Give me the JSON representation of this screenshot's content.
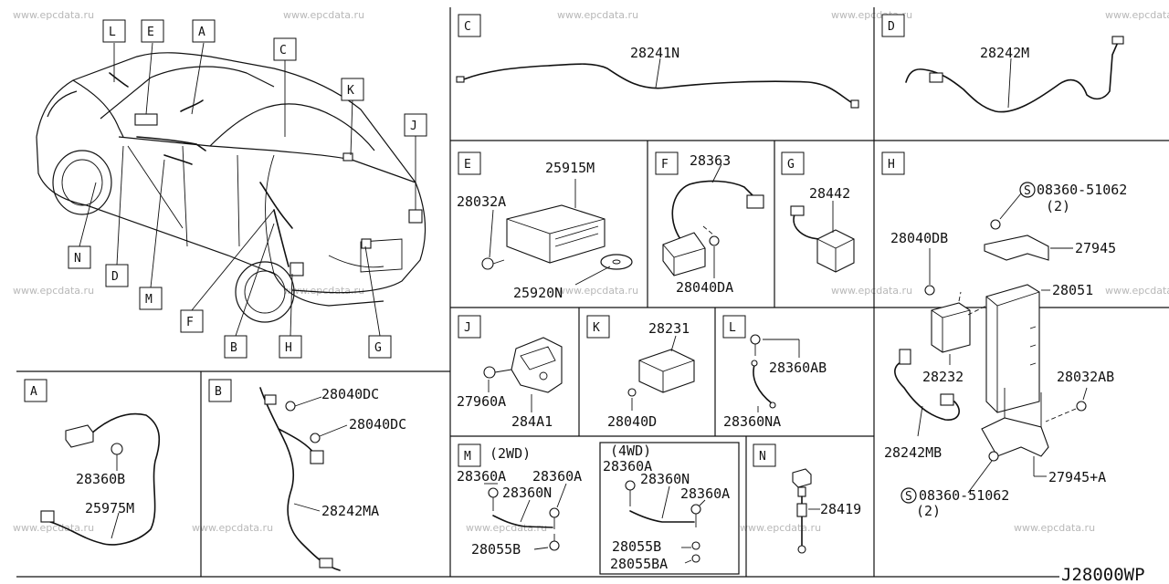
{
  "watermark": "www.epcdata.ru",
  "diagram_code": "J28000WP",
  "overview_tags": {
    "L": "L",
    "E": "E",
    "A": "A",
    "C": "C",
    "K": "K",
    "J": "J",
    "N": "N",
    "D": "D",
    "M": "M",
    "F": "F",
    "B": "B",
    "H": "H",
    "G": "G"
  },
  "panels": {
    "A": {
      "tag": "A",
      "parts": {
        "p1": "28360B",
        "p2": "25975M"
      }
    },
    "B": {
      "tag": "B",
      "parts": {
        "p1": "28040DC",
        "p2": "28040DC",
        "p3": "28242MA"
      }
    },
    "C": {
      "tag": "C",
      "parts": {
        "p1": "28241N"
      }
    },
    "D": {
      "tag": "D",
      "parts": {
        "p1": "28242M"
      }
    },
    "E": {
      "tag": "E",
      "parts": {
        "p1": "25915M",
        "p2": "28032A",
        "p3": "25920N"
      }
    },
    "F": {
      "tag": "F",
      "parts": {
        "p1": "28363",
        "p2": "28040DA"
      }
    },
    "G": {
      "tag": "G",
      "parts": {
        "p1": "28442"
      }
    },
    "H": {
      "tag": "H",
      "parts": {
        "s1": "S",
        "p1": "08360-51062",
        "q1": "(2)",
        "p2": "28040DB",
        "p3": "27945",
        "p4": "28051",
        "p5": "28232",
        "p6": "28032AB",
        "p7": "28242MB",
        "p8": "27945+A",
        "s2": "S",
        "p9": "08360-51062",
        "q2": "(2)"
      }
    },
    "J": {
      "tag": "J",
      "parts": {
        "p1": "27960A",
        "p2": "284A1"
      }
    },
    "K": {
      "tag": "K",
      "parts": {
        "p1": "28231",
        "p2": "28040D"
      }
    },
    "L": {
      "tag": "L",
      "parts": {
        "p1": "28360AB",
        "p2": "28360NA"
      }
    },
    "M": {
      "tag": "M",
      "variant_2wd": "(2WD)",
      "variant_4wd": "(4WD)",
      "parts": {
        "p1": "28360A",
        "p2": "28360A",
        "p3": "28360N",
        "p4": "28055B",
        "p5": "28360A",
        "p6": "28360N",
        "p7": "28360A",
        "p8": "28055B",
        "p9": "28055BA"
      }
    },
    "N": {
      "tag": "N",
      "parts": {
        "p1": "28419"
      }
    }
  }
}
